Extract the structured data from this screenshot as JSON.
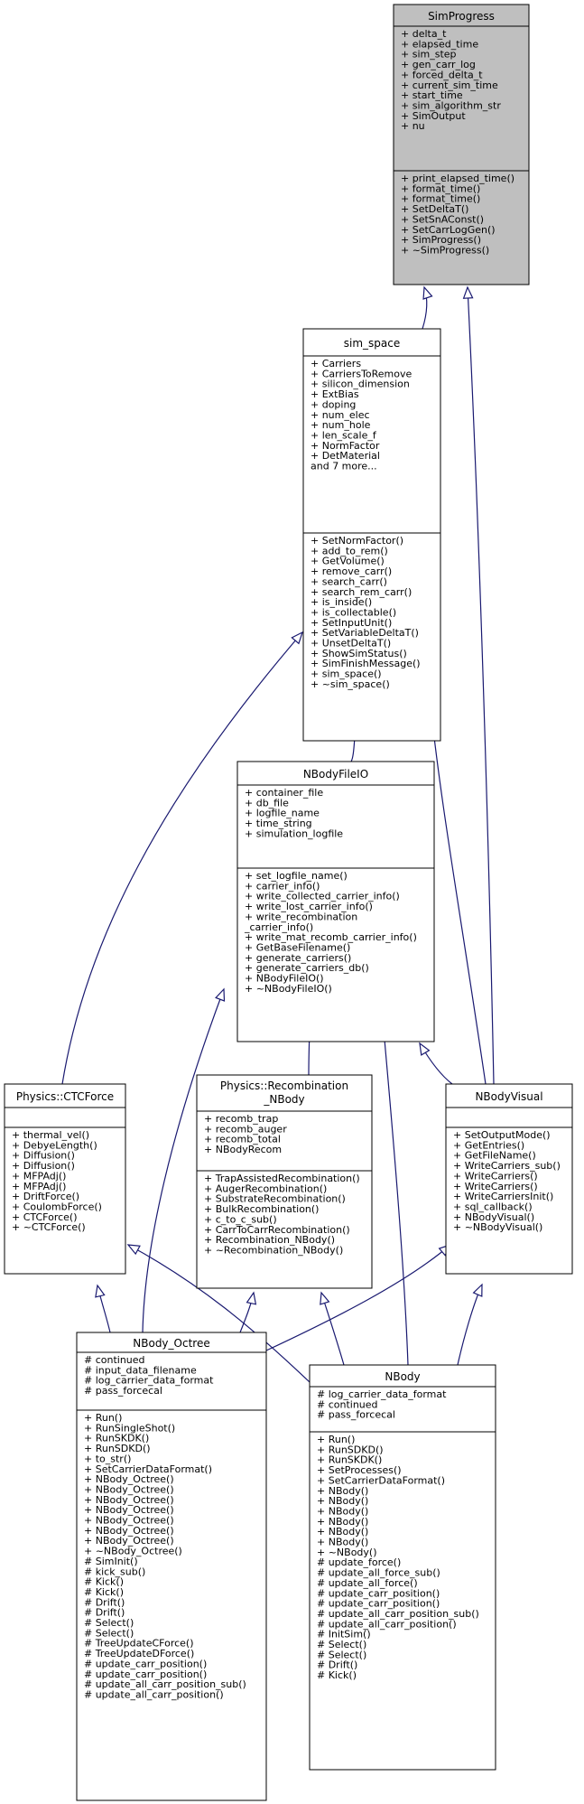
{
  "diagram": {
    "nodes": [
      {
        "id": "simprogress",
        "name": "SimProgress",
        "highlight": true,
        "attributes": [
          "+ delta_t",
          "+ elapsed_time",
          "+ sim_step",
          "+ gen_carr_log",
          "+ forced_delta_t",
          "+ current_sim_time",
          "+ start_time",
          "+ sim_algorithm_str",
          "+ SimOutput",
          "+ nu"
        ],
        "methods": [
          "+ print_elapsed_time()",
          "+ format_time()",
          "+ format_time()",
          "+ SetDeltaT()",
          "+ SetSnAConst()",
          "+ SetCarrLogGen()",
          "+ SimProgress()",
          "+ ~SimProgress()"
        ]
      },
      {
        "id": "sim_space",
        "name": "sim_space",
        "highlight": false,
        "attributes": [
          "+ Carriers",
          "+ CarriersToRemove",
          "+ silicon_dimension",
          "+ ExtBias",
          "+ doping",
          "+ num_elec",
          "+ num_hole",
          "+ len_scale_f",
          "+ NormFactor",
          "+ DetMaterial",
          "and 7 more..."
        ],
        "methods": [
          "+ SetNormFactor()",
          "+ add_to_rem()",
          "+ GetVolume()",
          "+ remove_carr()",
          "+ search_carr()",
          "+ search_rem_carr()",
          "+ is_inside()",
          "+ is_collectable()",
          "+ SetInputUnit()",
          "+ SetVariableDeltaT()",
          "+ UnsetDeltaT()",
          "+ ShowSimStatus()",
          "+ SimFinishMessage()",
          "+ sim_space()",
          "+ ~sim_space()"
        ]
      },
      {
        "id": "nbodyfileio",
        "name": "NBodyFileIO",
        "highlight": false,
        "attributes": [
          "+ container_file",
          "+ db_file",
          "+ logfile_name",
          "+ time_string",
          "+ simulation_logfile"
        ],
        "methods": [
          "+ set_logfile_name()",
          "+ carrier_info()",
          "+ write_collected_carrier_info()",
          "+ write_lost_carrier_info()",
          "+ write_recombination",
          "_carrier_info()",
          "+ write_mat_recomb_carrier_info()",
          "+ GetBaseFilename()",
          "+ generate_carriers()",
          "+ generate_carriers_db()",
          "+ NBodyFileIO()",
          "+ ~NBodyFileIO()"
        ]
      },
      {
        "id": "ctcforce",
        "name": "Physics::CTCForce",
        "highlight": false,
        "attributes": [],
        "methods": [
          "+ thermal_vel()",
          "+ DebyeLength()",
          "+ Diffusion()",
          "+ Diffusion()",
          "+ MFPAdj()",
          "+ MFPAdj()",
          "+ DriftForce()",
          "+ CoulombForce()",
          "+ CTCForce()",
          "+ ~CTCForce()"
        ]
      },
      {
        "id": "recombination",
        "name": "Physics::Recombination",
        "name2": "_NBody",
        "highlight": false,
        "attributes": [
          "+ recomb_trap",
          "+ recomb_auger",
          "+ recomb_total",
          "+ NBodyRecom"
        ],
        "methods": [
          "+ TrapAssistedRecombination()",
          "+ AugerRecombination()",
          "+ SubstrateRecombination()",
          "+ BulkRecombination()",
          "+ c_to_c_sub()",
          "+ CarrToCarrRecombination()",
          "+ Recombination_NBody()",
          "+ ~Recombination_NBody()"
        ]
      },
      {
        "id": "nbodyvisual",
        "name": "NBodyVisual",
        "highlight": false,
        "attributes": [],
        "methods": [
          "+ SetOutputMode()",
          "+ GetEntries()",
          "+ GetFileName()",
          "+ WriteCarriers_sub()",
          "+ WriteCarriers()",
          "+ WriteCarriers()",
          "+ WriteCarriersInit()",
          "+ sql_callback()",
          "+ NBodyVisual()",
          "+ ~NBodyVisual()"
        ]
      },
      {
        "id": "nbody_octree",
        "name": "NBody_Octree",
        "highlight": false,
        "attributes": [
          "# continued",
          "# input_data_filename",
          "# log_carrier_data_format",
          "# pass_forcecal"
        ],
        "methods": [
          "+ Run()",
          "+ RunSingleShot()",
          "+ RunSKDK()",
          "+ RunSDKD()",
          "+ to_str()",
          "+ SetCarrierDataFormat()",
          "+ NBody_Octree()",
          "+ NBody_Octree()",
          "+ NBody_Octree()",
          "+ NBody_Octree()",
          "+ NBody_Octree()",
          "+ NBody_Octree()",
          "+ NBody_Octree()",
          "+ ~NBody_Octree()",
          "# SimInit()",
          "# kick_sub()",
          "# Kick()",
          "# Kick()",
          "# Drift()",
          "# Drift()",
          "# Select()",
          "# Select()",
          "# TreeUpdateCForce()",
          "# TreeUpdateDForce()",
          "# update_carr_position()",
          "# update_carr_position()",
          "# update_all_carr_position_sub()",
          "# update_all_carr_position()"
        ]
      },
      {
        "id": "nbody",
        "name": "NBody",
        "highlight": false,
        "attributes": [
          "# log_carrier_data_format",
          "# continued",
          "# pass_forcecal"
        ],
        "methods": [
          "+ Run()",
          "+ RunSDKD()",
          "+ RunSKDK()",
          "+ SetProcesses()",
          "+ SetCarrierDataFormat()",
          "+ NBody()",
          "+ NBody()",
          "+ NBody()",
          "+ NBody()",
          "+ NBody()",
          "+ NBody()",
          "+ ~NBody()",
          "# update_force()",
          "# update_all_force_sub()",
          "# update_all_force()",
          "# update_carr_position()",
          "# update_carr_position()",
          "# update_all_carr_position_sub()",
          "# update_all_carr_position()",
          "# InitSim()",
          "# Select()",
          "# Select()",
          "# Drift()",
          "# Kick()"
        ]
      }
    ],
    "edges": [
      {
        "from": "sim_space",
        "to": "simprogress"
      },
      {
        "from": "nbodyvisual",
        "to": "simprogress"
      },
      {
        "from": "nbodyfileio",
        "to": "sim_space"
      },
      {
        "from": "ctcforce",
        "to": "sim_space"
      },
      {
        "from": "nbodyvisual",
        "to": "sim_space"
      },
      {
        "from": "recombination",
        "to": "nbodyfileio"
      },
      {
        "from": "nbodyvisual",
        "to": "nbodyfileio"
      },
      {
        "from": "nbody_octree",
        "to": "nbodyfileio"
      },
      {
        "from": "nbody",
        "to": "nbodyfileio"
      },
      {
        "from": "nbody_octree",
        "to": "ctcforce"
      },
      {
        "from": "nbody",
        "to": "ctcforce"
      },
      {
        "from": "nbody_octree",
        "to": "recombination"
      },
      {
        "from": "nbody",
        "to": "recombination"
      },
      {
        "from": "nbody_octree",
        "to": "nbodyvisual"
      },
      {
        "from": "nbody",
        "to": "nbodyvisual"
      }
    ]
  }
}
